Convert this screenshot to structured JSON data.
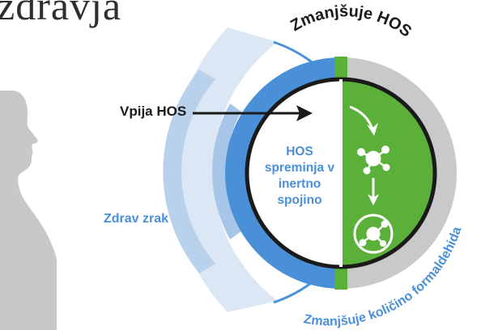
{
  "title_fragment": "zdravja",
  "labels": {
    "absorbs": "Vpija HOS",
    "healthy_air": "Zdrav zrak",
    "converts": [
      "HOS",
      "spreminja v",
      "inertno",
      "spojino"
    ],
    "reduces_top": "Zmanjšuje HOS",
    "reduces_bottom": "Zmanjšuje količino formaldehida"
  },
  "icons": [
    "person-silhouette-icon",
    "arrow-right-icon",
    "arrow-down-icon",
    "molecule-icon",
    "molecule-circled-icon"
  ],
  "colors": {
    "blue": "#4a90d9",
    "light_blue": "#b9d2ec",
    "pale_blue": "#dbe7f4",
    "green": "#5ab038",
    "gray": "#c9c9cb",
    "dark_text": "#1a1a1a",
    "silhouette": "#c8c8ca"
  }
}
